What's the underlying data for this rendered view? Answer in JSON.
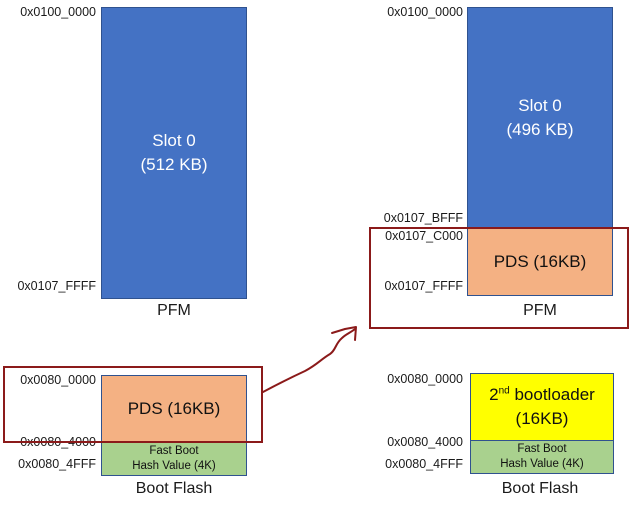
{
  "colors": {
    "slot": "#4472C4",
    "slot_border": "#2F528F",
    "pds": "#F4B183",
    "hash": "#A9D18E",
    "bootloader": "#FFFF00",
    "highlight": "#8B1A1A"
  },
  "left": {
    "pfm": {
      "caption": "PFM",
      "slot_line1": "Slot 0",
      "slot_line2": "(512 KB)",
      "addr_top": "0x0100_0000",
      "addr_bottom": "0x0107_FFFF"
    },
    "boot_flash": {
      "caption": "Boot Flash",
      "pds_label": "PDS (16KB)",
      "hash_line1": "Fast Boot",
      "hash_line2": "Hash Value (4K)",
      "addr_start": "0x0080_0000",
      "addr_hash_start": "0x0080_4000",
      "addr_hash_end": "0x0080_4FFF"
    }
  },
  "right": {
    "pfm": {
      "caption": "PFM",
      "slot_line1": "Slot 0",
      "slot_line2": "(496 KB)",
      "pds_label": "PDS (16KB)",
      "addr_top": "0x0100_0000",
      "addr_slot_end": "0x0107_BFFF",
      "addr_pds_start": "0x0107_C000",
      "addr_pds_end": "0x0107_FFFF"
    },
    "boot_flash": {
      "caption": "Boot Flash",
      "bootloader_prefix": "2",
      "bootloader_sup": "nd",
      "bootloader_suffix": " bootloader",
      "bootloader_size": "(16KB)",
      "hash_line1": "Fast Boot",
      "hash_line2": "Hash Value (4K)",
      "addr_start": "0x0080_0000",
      "addr_hash_start": "0x0080_4000",
      "addr_hash_end": "0x0080_4FFF"
    }
  },
  "arrow": {
    "meaning": "PDS moved from Boot Flash to PFM"
  }
}
